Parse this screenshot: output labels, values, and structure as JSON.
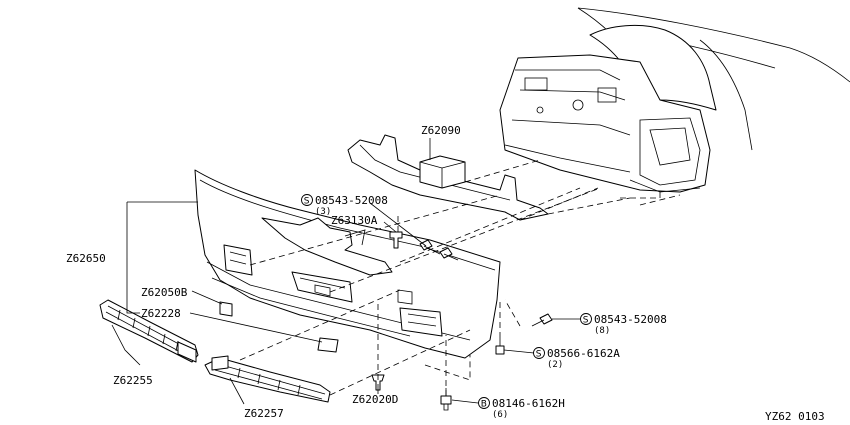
{
  "diagram_id": "YZ62 0103",
  "parts": [
    {
      "key": "z62090",
      "code": "Z62090"
    },
    {
      "key": "bolt_upper",
      "symbol": "S",
      "code": "08543-52008",
      "qty": "(3)"
    },
    {
      "key": "z63130a",
      "code": "Z63130A"
    },
    {
      "key": "z62650",
      "code": "Z62650"
    },
    {
      "key": "z62050b",
      "code": "Z62050B"
    },
    {
      "key": "z62228",
      "code": "Z62228"
    },
    {
      "key": "bolt_right",
      "symbol": "S",
      "code": "08543-52008",
      "qty": "(8)"
    },
    {
      "key": "screw",
      "symbol": "S",
      "code": "08566-6162A",
      "qty": "(2)"
    },
    {
      "key": "z62255",
      "code": "Z62255"
    },
    {
      "key": "z62257",
      "code": "Z62257"
    },
    {
      "key": "z62020d",
      "code": "Z62020D"
    },
    {
      "key": "bolt_bottom",
      "symbol": "B",
      "code": "08146-6162H",
      "qty": "(6)"
    }
  ]
}
